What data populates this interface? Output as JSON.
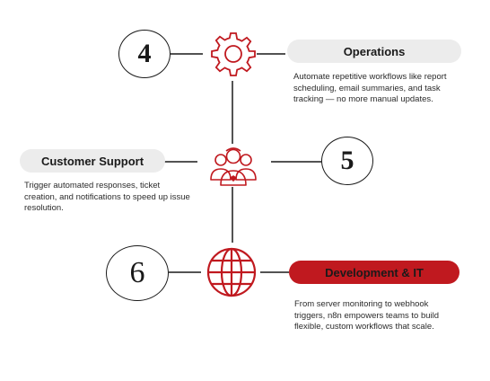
{
  "colors": {
    "accent": "#c0191f",
    "line": "#1a1a1a",
    "pill_gray": "#ececec",
    "pill_red": "#c0191f"
  },
  "steps": [
    {
      "number": "4",
      "title": "Operations",
      "icon": "gear-icon",
      "description": "Automate repetitive workflows like report scheduling, email summaries, and task tracking — no more manual updates."
    },
    {
      "number": "5",
      "title": "Customer Support",
      "icon": "team-icon",
      "description": "Trigger automated responses, ticket creation, and notifications to speed up issue resolution."
    },
    {
      "number": "6",
      "title": "Development & IT",
      "icon": "globe-icon",
      "description": "From server monitoring to webhook triggers, n8n empowers teams to build flexible, custom workflows that scale."
    }
  ]
}
